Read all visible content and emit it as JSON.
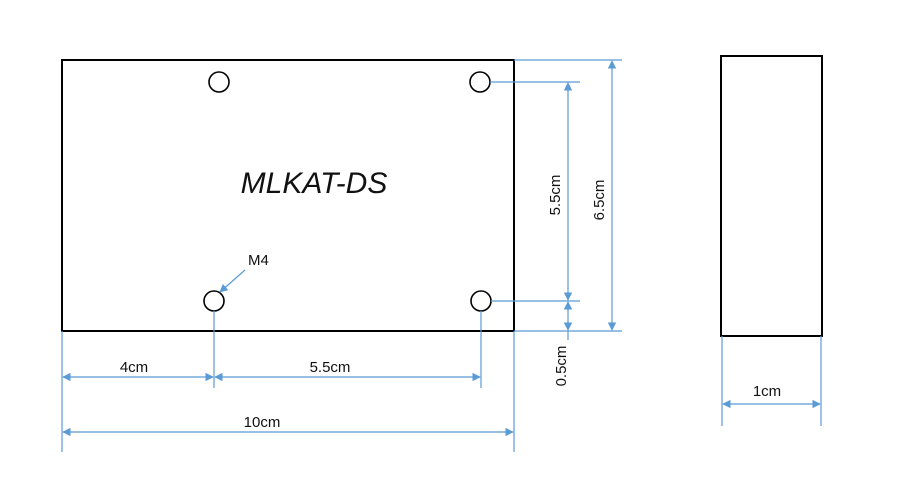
{
  "diagram": {
    "part_label": "MLKAT-DS",
    "hole_label": "M4",
    "dimensions": {
      "hole_offset_left": "4cm",
      "hole_spacing_horizontal": "5.5cm",
      "total_width": "10cm",
      "hole_spacing_vertical": "5.5cm",
      "total_height": "6.5cm",
      "hole_offset_bottom": "0.5cm",
      "thickness": "1cm"
    },
    "colors": {
      "dimension_line": "#5b9bd5",
      "outline": "#000000"
    }
  }
}
